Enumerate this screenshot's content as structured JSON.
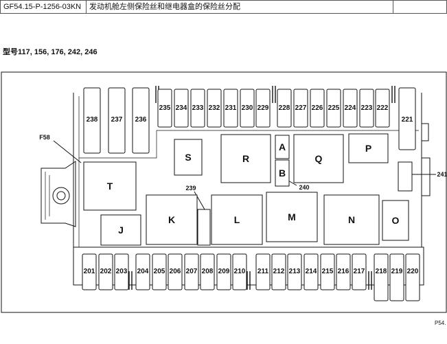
{
  "header": {
    "doc_id": "GF54.15-P-1256-03KN",
    "title": "发动机舱左侧保险丝和继电器盒的保险丝分配"
  },
  "model_line": "型号117, 156, 176, 242, 246",
  "reference": "P54.",
  "callouts": {
    "f58": "F58",
    "r239": "239",
    "r240": "240",
    "r241": "241"
  },
  "top_fuses": [
    "235",
    "234",
    "233",
    "232",
    "231",
    "230",
    "229",
    "228",
    "227",
    "226",
    "225",
    "224",
    "223",
    "222"
  ],
  "bottom_fuses": [
    "201",
    "202",
    "203",
    "204",
    "205",
    "206",
    "207",
    "208",
    "209",
    "210",
    "211",
    "212",
    "213",
    "214",
    "215",
    "216",
    "217",
    "218",
    "219",
    "220"
  ],
  "tall_top": [
    "238",
    "237",
    "236",
    "221"
  ],
  "relays": [
    "S",
    "R",
    "A",
    "B",
    "Q",
    "P",
    "T",
    "K",
    "L",
    "M",
    "N",
    "O",
    "J"
  ]
}
